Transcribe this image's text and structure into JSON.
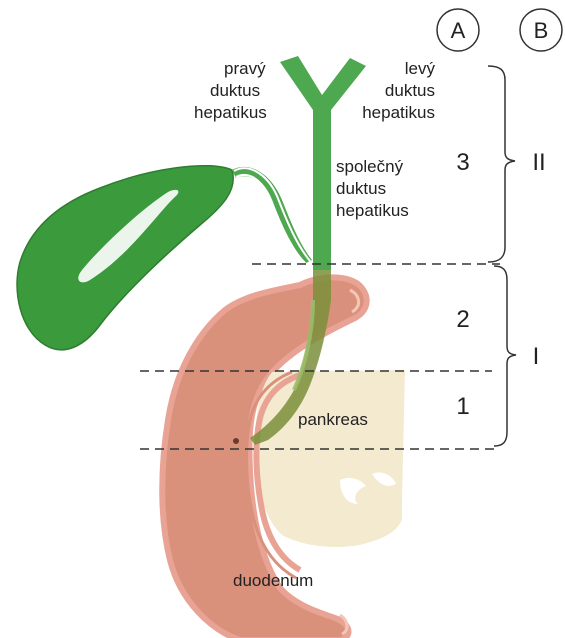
{
  "labels": {
    "right_duct": [
      "pravý",
      "duktus",
      "hepatikus"
    ],
    "left_duct": [
      "levý",
      "duktus",
      "hepatikus"
    ],
    "common_duct": [
      "společný",
      "duktus",
      "hepatikus"
    ],
    "pancreas": "pankreas",
    "duodenum": "duodenum"
  },
  "columns": {
    "a": "A",
    "b": "B"
  },
  "segments": {
    "s1": "1",
    "s2": "2",
    "s3": "3"
  },
  "groups": {
    "g1": "I",
    "g2": "II"
  },
  "colors": {
    "gallbladder": "#3a9a3c",
    "duct": "#4ea84f",
    "duodenum_fill": "#d9917c",
    "duodenum_stroke": "#e9a394",
    "duodenum_inner": "#f4c6b6",
    "pancreas": "#f3ead0"
  }
}
